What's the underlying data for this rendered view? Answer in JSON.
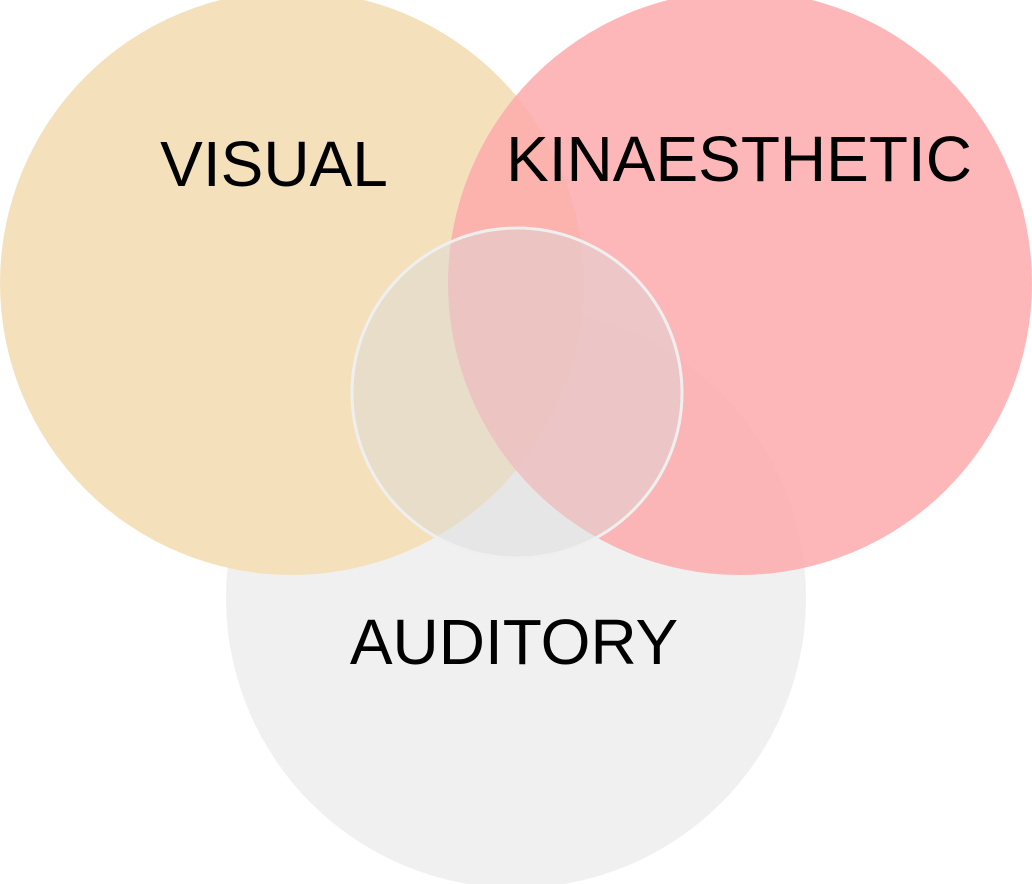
{
  "diagram": {
    "type": "venn",
    "sets": [
      {
        "key": "visual",
        "label": "VISUAL",
        "color": "#F4E1BC",
        "opacity": 1.0
      },
      {
        "key": "auditory",
        "label": "AUDITORY",
        "color": "#EDEDED",
        "opacity": 0.82
      },
      {
        "key": "kinaesthetic",
        "label": "KINAESTHETIC",
        "color": "#FEA7A9",
        "opacity": 0.82
      }
    ],
    "intersection": {
      "color": "#D9D9D9",
      "stroke": "#EFEFEF",
      "opacity": 0.45
    }
  }
}
